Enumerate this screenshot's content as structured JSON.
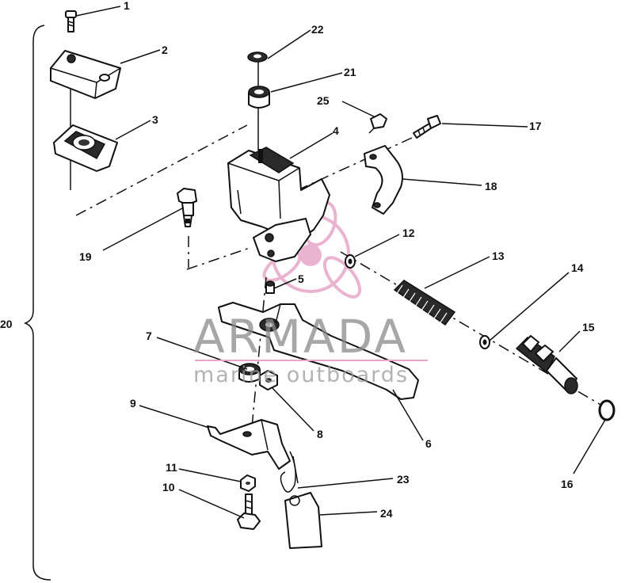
{
  "diagram": {
    "part_numbers": [
      "1",
      "2",
      "3",
      "4",
      "5",
      "6",
      "7",
      "8",
      "9",
      "10",
      "11",
      "12",
      "13",
      "14",
      "15",
      "16",
      "17",
      "18",
      "19",
      "20",
      "21",
      "22",
      "23",
      "24",
      "25"
    ],
    "parts": [
      {
        "id": "1",
        "icon": "screw-icon"
      },
      {
        "id": "2",
        "icon": "reservoir-cover-icon"
      },
      {
        "id": "3",
        "icon": "diaphragm-icon"
      },
      {
        "id": "4",
        "icon": "master-cylinder-body-icon"
      },
      {
        "id": "5",
        "icon": "pivot-pin-icon"
      },
      {
        "id": "6",
        "icon": "brake-lever-icon"
      },
      {
        "id": "7",
        "icon": "bushing-icon"
      },
      {
        "id": "8",
        "icon": "nut-icon"
      },
      {
        "id": "9",
        "icon": "bracket-icon"
      },
      {
        "id": "10",
        "icon": "bolt-icon"
      },
      {
        "id": "11",
        "icon": "nut-icon"
      },
      {
        "id": "12",
        "icon": "washer-icon"
      },
      {
        "id": "13",
        "icon": "spring-icon"
      },
      {
        "id": "14",
        "icon": "washer-icon"
      },
      {
        "id": "15",
        "icon": "piston-icon"
      },
      {
        "id": "16",
        "icon": "snap-ring-icon"
      },
      {
        "id": "17",
        "icon": "screw-icon"
      },
      {
        "id": "18",
        "icon": "clamp-icon"
      },
      {
        "id": "19",
        "icon": "pivot-bolt-icon"
      },
      {
        "id": "20",
        "icon": "assembly-brace-icon"
      },
      {
        "id": "21",
        "icon": "sleeve-icon"
      },
      {
        "id": "22",
        "icon": "washer-icon"
      },
      {
        "id": "23",
        "icon": "wire-icon"
      },
      {
        "id": "24",
        "icon": "tag-icon"
      },
      {
        "id": "25",
        "icon": "bleeder-fitting-icon"
      }
    ]
  },
  "watermark": {
    "brand": "ARMADA",
    "tagline": "marine outboards",
    "logo_color": "#e7a6c8",
    "text_color": "#8a8a8a"
  }
}
